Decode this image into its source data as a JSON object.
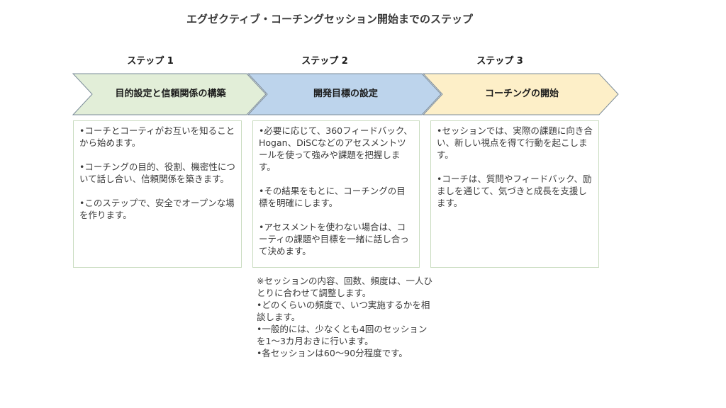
{
  "title": "エグゼクティブ・コーチングセッション開始までのステップ",
  "steps": [
    {
      "label": "ステップ 1",
      "heading": "目的設定と信頼関係の構築",
      "color": "#e2eed8",
      "bullets": [
        "•コーチとコーティがお互いを知ることから始めます。",
        "•コーチングの目的、役割、機密性について話し合い、信頼関係を築きます。",
        "•このステップで、安全でオープンな場を作ります。"
      ]
    },
    {
      "label": "ステップ 2",
      "heading": "開発目標の設定",
      "color": "#bdd4ec",
      "bullets": [
        "•必要に応じて、360フィードバック、Hogan、DiSCなどのアセスメントツールを使って強みや課題を把握します。",
        "•その結果をもとに、コーチングの目標を明確にします。",
        "•アセスメントを使わない場合は、コーティの課題や目標を一緒に話し合って決めます。"
      ]
    },
    {
      "label": "ステップ 3",
      "heading": "コーチングの開始",
      "color": "#fdefc8",
      "bullets": [
        "•セッションでは、実際の課題に向き合い、新しい視点を得て行動を起こします。",
        "•コーチは、質問やフィードバック、励ましを通じて、気づきと成長を支援します。"
      ]
    }
  ],
  "note": [
    "※セッションの内容、回数、頻度は、一人ひとりに合わせて調整します。",
    "•どのくらいの頻度で、いつ実施するかを相談します。",
    "•一般的には、少なくとも4回のセッションを1〜3カ月おきに行います。",
    "•各セッションは60〜90分程度です。"
  ]
}
